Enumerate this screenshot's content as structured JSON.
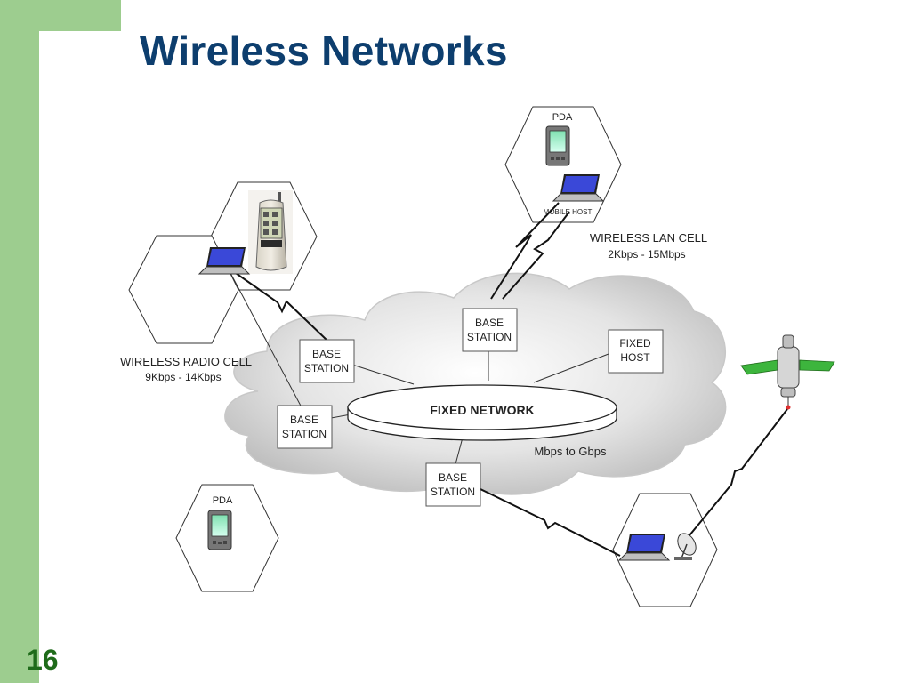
{
  "slide": {
    "title": "Wireless Networks",
    "page_number": "16"
  },
  "diagram": {
    "fixed_network_label": "FIXED NETWORK",
    "fixed_network_speed": "Mbps to Gbps",
    "base_station_line1": "BASE",
    "base_station_line2": "STATION",
    "fixed_host_line1": "FIXED",
    "fixed_host_line2": "HOST",
    "pda_label": "PDA",
    "mobile_host_label": "MOBILE HOST",
    "wireless_lan_cell": {
      "label": "WIRELESS LAN CELL",
      "speed": "2Kbps - 15Mbps"
    },
    "wireless_radio_cell": {
      "label": "WIRELESS RADIO CELL",
      "speed": "9Kbps - 14Kbps"
    }
  },
  "colors": {
    "title": "#0d3e6e",
    "sidebar": "#9dcd8f",
    "page_number": "#1f6b1a",
    "solar_panel": "#3db53d",
    "screen": "#3a48d8"
  }
}
